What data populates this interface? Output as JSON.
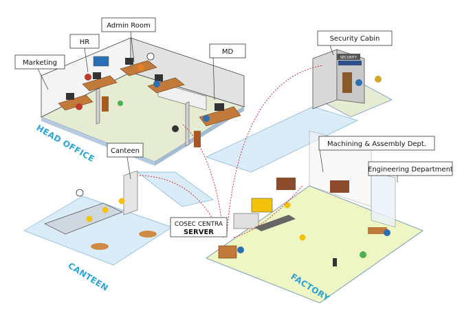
{
  "callouts": {
    "admin_room": "Admin Room",
    "hr": "HR",
    "marketing": "Marketing",
    "md": "MD",
    "security_cabin": "Security Cabin",
    "canteen": "Canteen",
    "machining": "Machining & Assembly Dept.",
    "engineering": "Engineering Department",
    "server_line1": "COSEC CENTRA",
    "server_line2": "SERVER"
  },
  "zones": {
    "head_office": "HEAD OFFICE",
    "canteen": "CANTEEN",
    "factory": "FACTORY"
  },
  "sign": {
    "security": "SECURITY"
  },
  "colors": {
    "floor": "#e6ecd2",
    "floor_edge": "#8aa8c4",
    "wall": "#f4f4f4",
    "wall_side": "#d8d8d8",
    "path": "#d9ecf7",
    "path_edge": "#9ac3df",
    "factory_floor": "#eef6c4",
    "accent_blue": "#2aa3d8",
    "wood": "#c27a3a",
    "yellow": "#f4c20d",
    "network_line": "#d22b3c"
  }
}
